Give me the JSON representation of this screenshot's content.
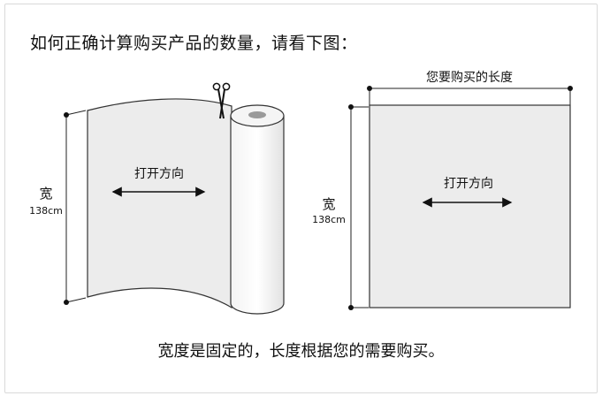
{
  "heading": "如何正确计算购买产品的数量，请看下图：",
  "left": {
    "width_label": "宽",
    "width_value": "138cm",
    "direction_label": "打开方向"
  },
  "right": {
    "length_label": "您要购买的长度",
    "width_label": "宽",
    "width_value": "138cm",
    "direction_label": "打开方向"
  },
  "footer": "宽度是固定的，长度根据您的需要购买。",
  "colors": {
    "sheet_fill": "#ececec",
    "roll_fill": "#e6e6e6",
    "line": "#1a1a1a"
  }
}
